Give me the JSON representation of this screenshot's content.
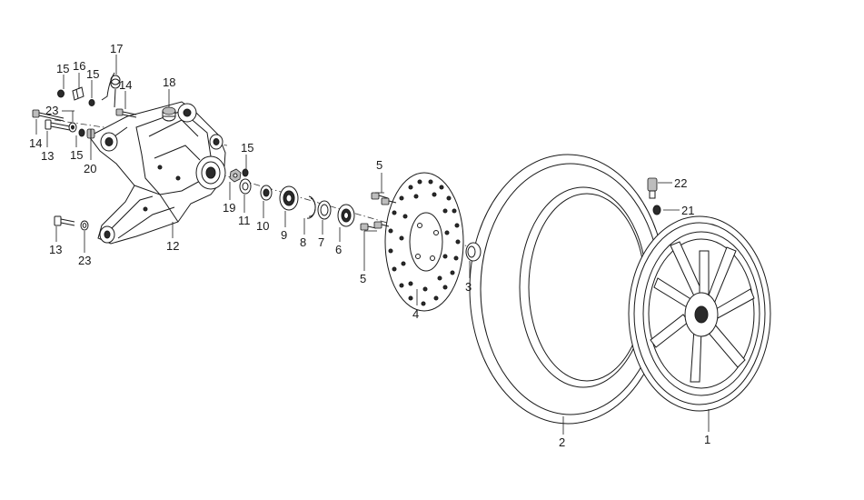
{
  "diagram": {
    "callouts": [
      {
        "id": "c1",
        "text": "1"
      },
      {
        "id": "c2",
        "text": "2"
      },
      {
        "id": "c3",
        "text": "3"
      },
      {
        "id": "c4",
        "text": "4"
      },
      {
        "id": "c5a",
        "text": "5"
      },
      {
        "id": "c5b",
        "text": "5"
      },
      {
        "id": "c6",
        "text": "6"
      },
      {
        "id": "c7",
        "text": "7"
      },
      {
        "id": "c8",
        "text": "8"
      },
      {
        "id": "c9",
        "text": "9"
      },
      {
        "id": "c10",
        "text": "10"
      },
      {
        "id": "c11",
        "text": "11"
      },
      {
        "id": "c12",
        "text": "12"
      },
      {
        "id": "c13a",
        "text": "13"
      },
      {
        "id": "c13b",
        "text": "13"
      },
      {
        "id": "c14a",
        "text": "14"
      },
      {
        "id": "c14b",
        "text": "14"
      },
      {
        "id": "c15a",
        "text": "15"
      },
      {
        "id": "c15b",
        "text": "15"
      },
      {
        "id": "c15c",
        "text": "15"
      },
      {
        "id": "c15d",
        "text": "15"
      },
      {
        "id": "c16",
        "text": "16"
      },
      {
        "id": "c17",
        "text": "17"
      },
      {
        "id": "c18",
        "text": "18"
      },
      {
        "id": "c19",
        "text": "19"
      },
      {
        "id": "c20",
        "text": "20"
      },
      {
        "id": "c21",
        "text": "21"
      },
      {
        "id": "c22",
        "text": "22"
      },
      {
        "id": "c23a",
        "text": "23"
      },
      {
        "id": "c23b",
        "text": "23"
      }
    ]
  }
}
